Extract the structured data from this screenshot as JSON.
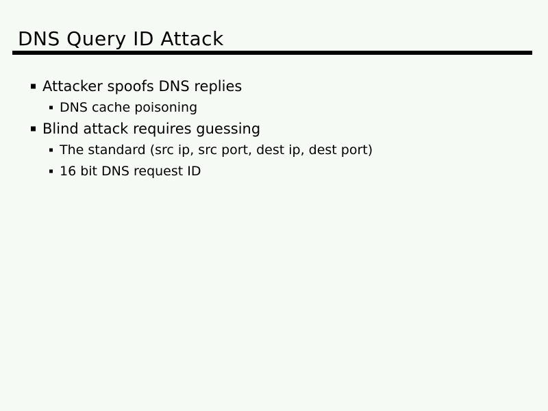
{
  "slide": {
    "title": "DNS Query ID Attack",
    "bullets": [
      {
        "level": 1,
        "text": "Attacker spoofs DNS replies"
      },
      {
        "level": 2,
        "text": "DNS cache poisoning"
      },
      {
        "level": 1,
        "text": "Blind attack requires guessing"
      },
      {
        "level": 2,
        "text": "The standard (src ip, src port, dest ip, dest port)"
      },
      {
        "level": 2,
        "text": "16 bit DNS request ID"
      }
    ],
    "colors": {
      "background": "#f5faf4",
      "text": "#000000",
      "rule": "#000000",
      "bullet_marker": "#000000"
    }
  }
}
